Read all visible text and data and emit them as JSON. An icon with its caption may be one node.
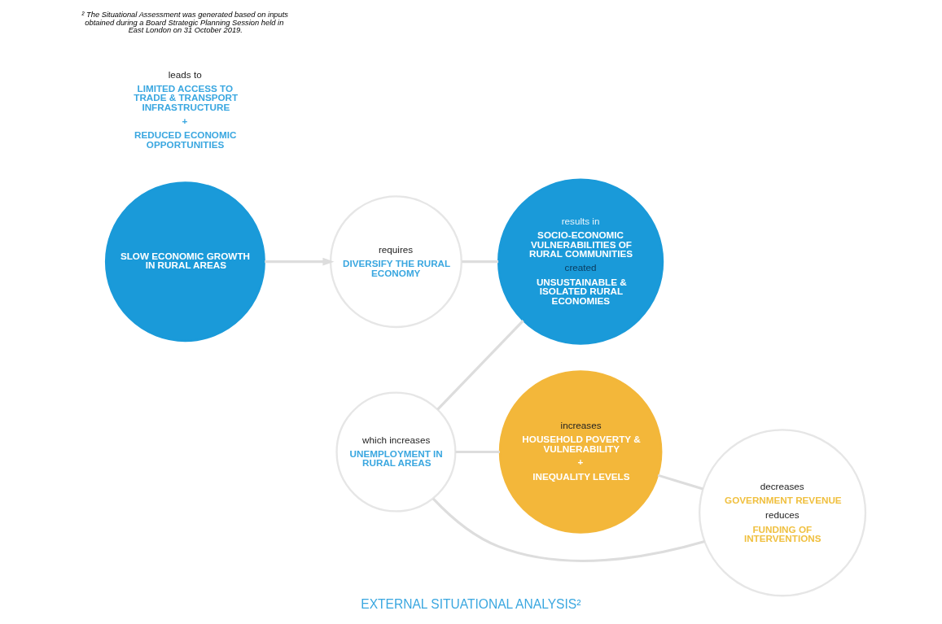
{
  "diagram": {
    "title": "EXTERNAL SITUATIONAL ANALYSIS²",
    "nodes": [
      {
        "text": [
          "SLOW ECONOMIC GROWTH IN RURAL AREAS"
        ]
      },
      {
        "text": [
          "requires",
          "DIVERSIFY THE RURAL ECONOMY"
        ]
      },
      {
        "text": [
          "results in",
          "SOCIO-ECONOMIC VULNERABILITIES OF RURAL COMMUNITIES",
          "created",
          "UNSUSTAINABLE & ISOLATED RURAL ECONOMIES"
        ]
      },
      {
        "text": [
          "leads to",
          "LIMITED ACCESS TO TRADE & TRANSPORT INFRASTRUCTURE",
          "+",
          "REDUCED ECONOMIC OPPORTUNITIES"
        ]
      },
      {
        "text": [
          "which increases",
          "UNEMPLOYMENT IN RURAL AREAS"
        ]
      },
      {
        "text": [
          "increases",
          "HOUSEHOLD POVERTY & VULNERABILITY",
          "+",
          "INEQUALITY LEVELS"
        ]
      },
      {
        "text": [
          "decreases",
          "GOVERNMENT REVENUE",
          "reduces",
          "FUNDING OF INTERVENTIONS"
        ]
      }
    ],
    "edges": [
      {
        "from": 0,
        "to": 1,
        "arrow": "to"
      },
      {
        "from": 1,
        "to": 2,
        "arrow": "none"
      },
      {
        "from": 4,
        "to": 2,
        "arrow": "none"
      },
      {
        "from": 4,
        "to": 5,
        "arrow": "none"
      },
      {
        "from": 5,
        "to": 6,
        "arrow": "none"
      },
      {
        "from": 6,
        "to": 4,
        "arrow": "none"
      }
    ],
    "labels": [
      "² The Situational Assessment was generated based on inputs obtained during a Board Strategic Planning Session held in East London on 31 October 2019."
    ]
  }
}
